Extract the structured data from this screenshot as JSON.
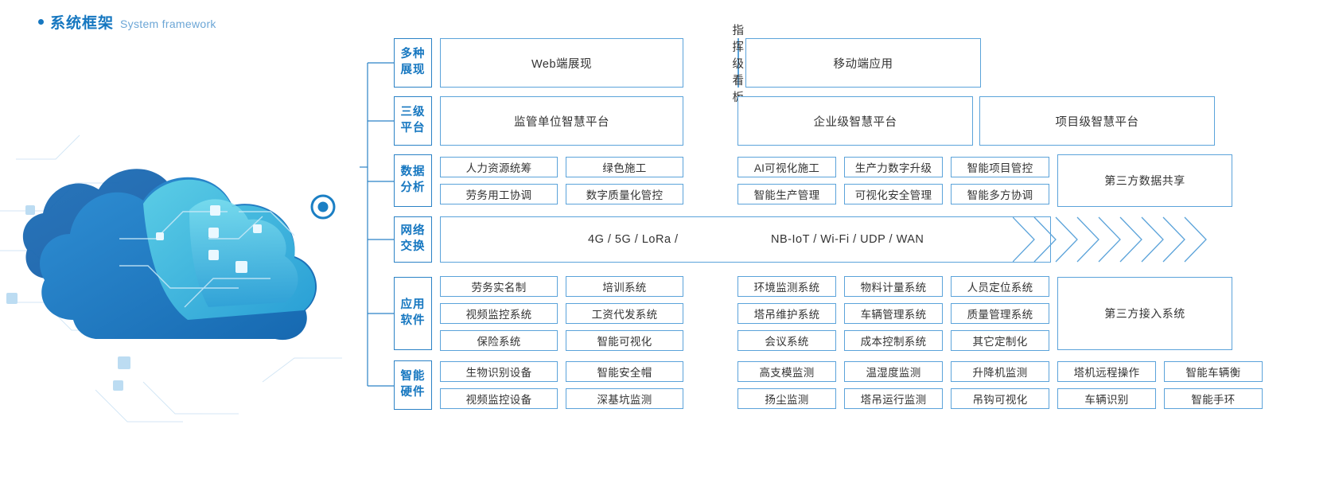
{
  "header": {
    "title_cn": "系统框架",
    "title_en": "System framework"
  },
  "colors": {
    "accent": "#1677c0",
    "border": "#5ba3da",
    "label_border": "#2b82c6",
    "text": "#333333",
    "subtitle": "#6ca6d6"
  },
  "rows": [
    {
      "label": "多种\n展现",
      "label_l1": "多种",
      "label_l2": "展现",
      "boxes": [
        "Web端展现",
        "指挥级看板",
        "移动端应用"
      ]
    },
    {
      "label_l1": "三级",
      "label_l2": "平台",
      "boxes": [
        "监管单位智慧平台",
        "企业级智慧平台",
        "项目级智慧平台"
      ]
    },
    {
      "label_l1": "数据",
      "label_l2": "分析",
      "left": [
        [
          "人力资源统筹",
          "绿色施工"
        ],
        [
          "劳务用工协调",
          "数字质量化管控"
        ]
      ],
      "mid": [
        [
          "AI可视化施工",
          "生产力数字升级",
          "智能项目管控"
        ],
        [
          "智能生产管理",
          "可视化安全管理",
          "智能多方协调"
        ]
      ],
      "side": "第三方数据共享"
    },
    {
      "label_l1": "网络",
      "label_l2": "交换",
      "band_text_1": "4G / 5G / LoRa /",
      "band_text_2": "NB-IoT / Wi-Fi / UDP / WAN"
    },
    {
      "label_l1": "应用",
      "label_l2": "软件",
      "left": [
        [
          "劳务实名制",
          "培训系统"
        ],
        [
          "视频监控系统",
          "工资代发系统"
        ],
        [
          "保险系统",
          "智能可视化"
        ]
      ],
      "mid": [
        [
          "环境监测系统",
          "物料计量系统",
          "人员定位系统"
        ],
        [
          "塔吊维护系统",
          "车辆管理系统",
          "质量管理系统"
        ],
        [
          "会议系统",
          "成本控制系统",
          "其它定制化"
        ]
      ],
      "side": "第三方接入系统"
    },
    {
      "label_l1": "智能",
      "label_l2": "硬件",
      "left": [
        [
          "生物识别设备",
          "智能安全帽"
        ],
        [
          "视频监控设备",
          "深基坑监测"
        ]
      ],
      "mid": [
        [
          "高支模监测",
          "温湿度监测",
          "升降机监测"
        ],
        [
          "扬尘监测",
          "塔吊运行监测",
          "吊钩可视化"
        ]
      ],
      "right": [
        [
          "塔机远程操作",
          "智能车辆衡"
        ],
        [
          "车辆识别",
          "智能手环"
        ]
      ]
    }
  ]
}
